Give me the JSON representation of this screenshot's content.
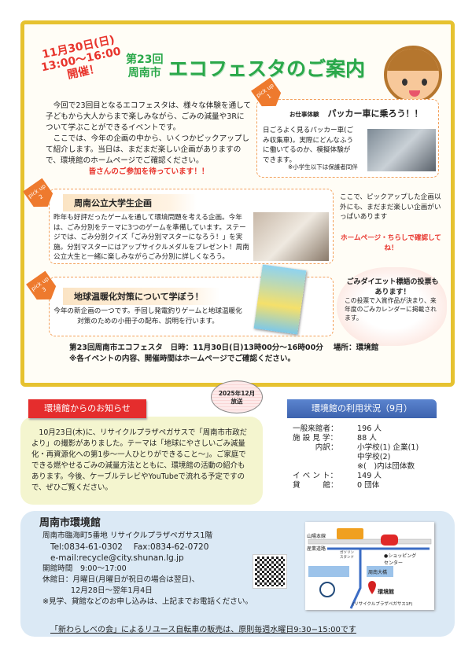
{
  "header": {
    "date": "11月30日(日)",
    "time": "13:00〜16:00",
    "held": "開催！",
    "edition": "第23回",
    "city": "周南市",
    "title": "エコフェスタのご案内"
  },
  "intro": {
    "p1": "今回で23回目となるエコフェスタは、様々な体験を通して子どもから大人からまで楽しみながら、ごみの減量や3Rについて学ぶことができるイベントです。",
    "p2": "ここでは、今年の企画の中から、いくつかピックアップして紹介します。当日は、まだまだ楽しい企画がありますので、環境館のホームページでご確認ください。",
    "cta": "皆さんのご参加を待っています！！"
  },
  "pickups": [
    {
      "tag": "pick up",
      "num": "1",
      "kicker": "お仕事体験",
      "title": "パッカー車に乗ろう！！",
      "body": "日ごろよく見るパッカー車(ごみ収集車)。実際にどんなふうに働いてるのか、模擬体験ができます。",
      "note": "※小学生以下は保護者同伴"
    },
    {
      "tag": "pick up",
      "num": "2",
      "title": "周南公立大学生企画",
      "body": "昨年も好評だったゲームを通して環境問題を考える企画。今年は、ごみ分別をテーマに3つのゲームを準備しています。ステージでは、ごみ分別クイズ「ごみ分別マスターになろう！」を実施。分別マスターにはアップサイクルメダルをプレゼント！周南公立大生と一緒に楽しみながらごみ分別に詳しくなろう。"
    },
    {
      "tag": "pick up",
      "num": "3",
      "title": "地球温暖化対策について学ぼう！",
      "body": "今年の新企画の一つです。手回し発電釣りゲームと地球温暖化対策のための小冊子の配布、説明を行います。"
    }
  ],
  "side": {
    "more": "ここで、ピックアップした企画以外にも、まだまだ楽しい企画がいっぱいあります",
    "check": "ホームページ・ちらしで確認してね！",
    "vote_title": "ごみダイエット標語の投票もあります！",
    "vote_body": "この投票で入賞作品が決まり、来年度のごみカレンダーに掲載されます。"
  },
  "event_line": {
    "main": "第23回周南市エコフェスタ　日時：11月30日(日)13時00分〜16時00分　 場所：環境館",
    "note": "※各イベントの内容、開催時間はホームページでご確認ください。"
  },
  "notice": {
    "heading": "環境館からのお知らせ",
    "bubble": "2025年12月\n放送",
    "body": "10月23日(木)に、リサイクルプラザペガサスで「周南市市政だより」の撮影がありました。テーマは「地球にやさしいごみ減量化・再資源化への第1歩〜一人ひとりができること〜」。ご家庭でできる燃やせるごみの減量方法とともに、環境館の活動の紹介もあります。今後、ケーブルテレビやYouTubeで流れる予定ですので、ぜひご覧ください。"
  },
  "usage": {
    "heading": "環境館の利用状況（9月）",
    "rows": [
      {
        "k": "一般来館者：",
        "v": "196 人"
      },
      {
        "k": "施 設 見 学：",
        "v": "88 人"
      },
      {
        "k": "　　　内訳：",
        "v": "小学校(1) 企業(1)"
      },
      {
        "k": "",
        "v": "中学校(2)"
      },
      {
        "k": "",
        "v": "※(　)内は団体数"
      },
      {
        "k": "イ ベ ン ト：",
        "v": "149 人"
      },
      {
        "k": "貸　　　館：",
        "v": "0 団体"
      }
    ]
  },
  "contact": {
    "name": "周南市環境館",
    "address": "周南市臨海町5番地 リサイクルプラザペガサス1階",
    "tel": "Tel:0834-61-0302　 Fax:0834-62-0720",
    "email": "e-mail:recycle@city.shunan.lg.jp",
    "hours": "開館時間　9:00〜17:00",
    "closed1": "休館日：月曜日(月曜日が祝日の場合は翌日)、",
    "closed2": "12月28日〜翌年1月4日",
    "note": "※見学、貸館などのお申し込みは、上記までお電話ください。"
  },
  "map": {
    "rail": "山陽本線",
    "road": "産業道路",
    "gas": "ガソリン\nスタンド",
    "shop": "●ショッピング\nセンター",
    "bridge": "周南大橋",
    "place": "環境館",
    "place_sub": "(リサイクルプラザペガサス1F)"
  },
  "footer": "「新わらしべの会」によるリユース自転車の販売は、原則毎週水曜日9:30−15:00です",
  "colors": {
    "frame": "#e6c230",
    "title_green": "#2aa84a",
    "accent_red": "#e8342c",
    "pickup_orange": "#ee7a2e",
    "notice_red": "#e52d2d",
    "usage_blue": "#3d63ae",
    "bottom_bg": "#dbe9f5"
  }
}
